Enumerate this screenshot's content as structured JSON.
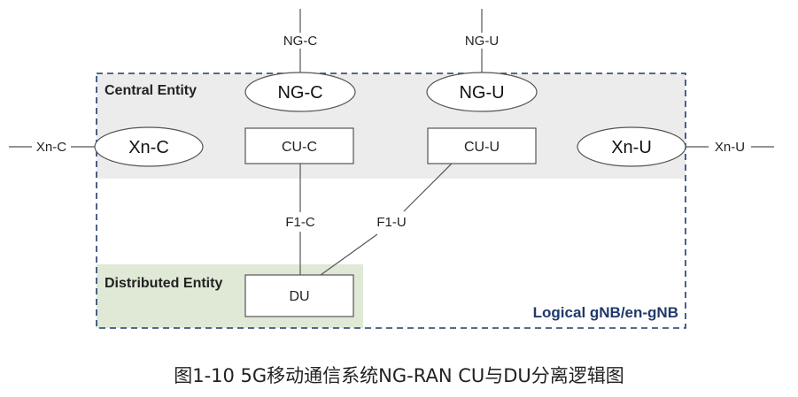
{
  "colors": {
    "central_fill": "#ececec",
    "distributed_fill": "#dfe9d6",
    "border_dash": "#1f3a6b",
    "line": "#555555"
  },
  "central_entity": {
    "label": "Central Entity",
    "ng_c": "NG-C",
    "ng_u": "NG-U",
    "xn_c": "Xn-C",
    "xn_u": "Xn-U",
    "cu_c": "CU-C",
    "cu_u": "CU-U"
  },
  "distributed_entity": {
    "label": "Distributed Entity",
    "du": "DU"
  },
  "logical_label": "Logical gNB/en-gNB",
  "interfaces": {
    "ng_c_top": "NG-C",
    "ng_u_top": "NG-U",
    "xn_c_left": "Xn-C",
    "xn_u_right": "Xn-U",
    "f1_c": "F1-C",
    "f1_u": "F1-U"
  },
  "caption": "图1-10 5G移动通信系统NG-RAN CU与DU分离逻辑图"
}
